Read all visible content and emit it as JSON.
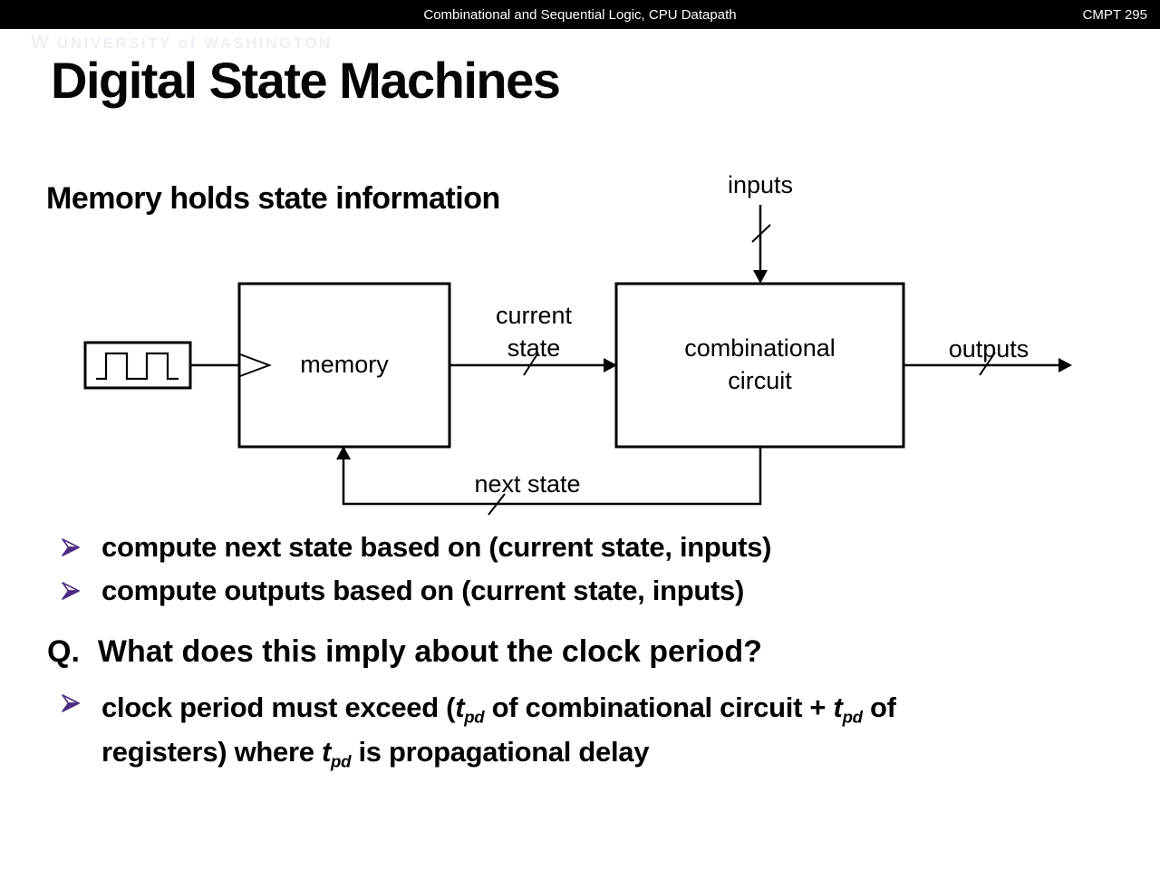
{
  "header": {
    "title": "Combinational and Sequential Logic, CPU Datapath",
    "course": "CMPT 295"
  },
  "watermark": {
    "logo": "W",
    "text": "UNIVERSITY of WASHINGTON"
  },
  "slide": {
    "title": "Digital State Machines",
    "subtitle": "Memory holds state information"
  },
  "diagram": {
    "memory_label": "memory",
    "comb_label_line1": "combinational",
    "comb_label_line2": "circuit",
    "inputs_label": "inputs",
    "current_state_line1": "current",
    "current_state_line2": "state",
    "outputs_label": "outputs",
    "next_state_label": "next state",
    "icons": [
      "square-wave-clock-icon",
      "clock-input-triangle-icon",
      "bus-slash-icon"
    ]
  },
  "bullets": [
    "compute next state based on (current state, inputs)",
    "compute outputs based on (current state, inputs)"
  ],
  "question": {
    "prefix": "Q.",
    "text": "What does this imply about the clock period?"
  },
  "answer": {
    "line1": {
      "s1": "clock period must exceed (",
      "t1": "t",
      "sub1": "pd",
      "s2": " of combinational circuit + ",
      "t2": "t",
      "sub2": "pd",
      "s3": " of"
    },
    "line2": {
      "s1": "registers) where ",
      "t1": "t",
      "sub1": "pd",
      "s2": " is propagational delay"
    }
  },
  "colors": {
    "header_bg": "#000000",
    "bullet_purple": "#4b2e83",
    "diagram_stroke": "#000000"
  }
}
